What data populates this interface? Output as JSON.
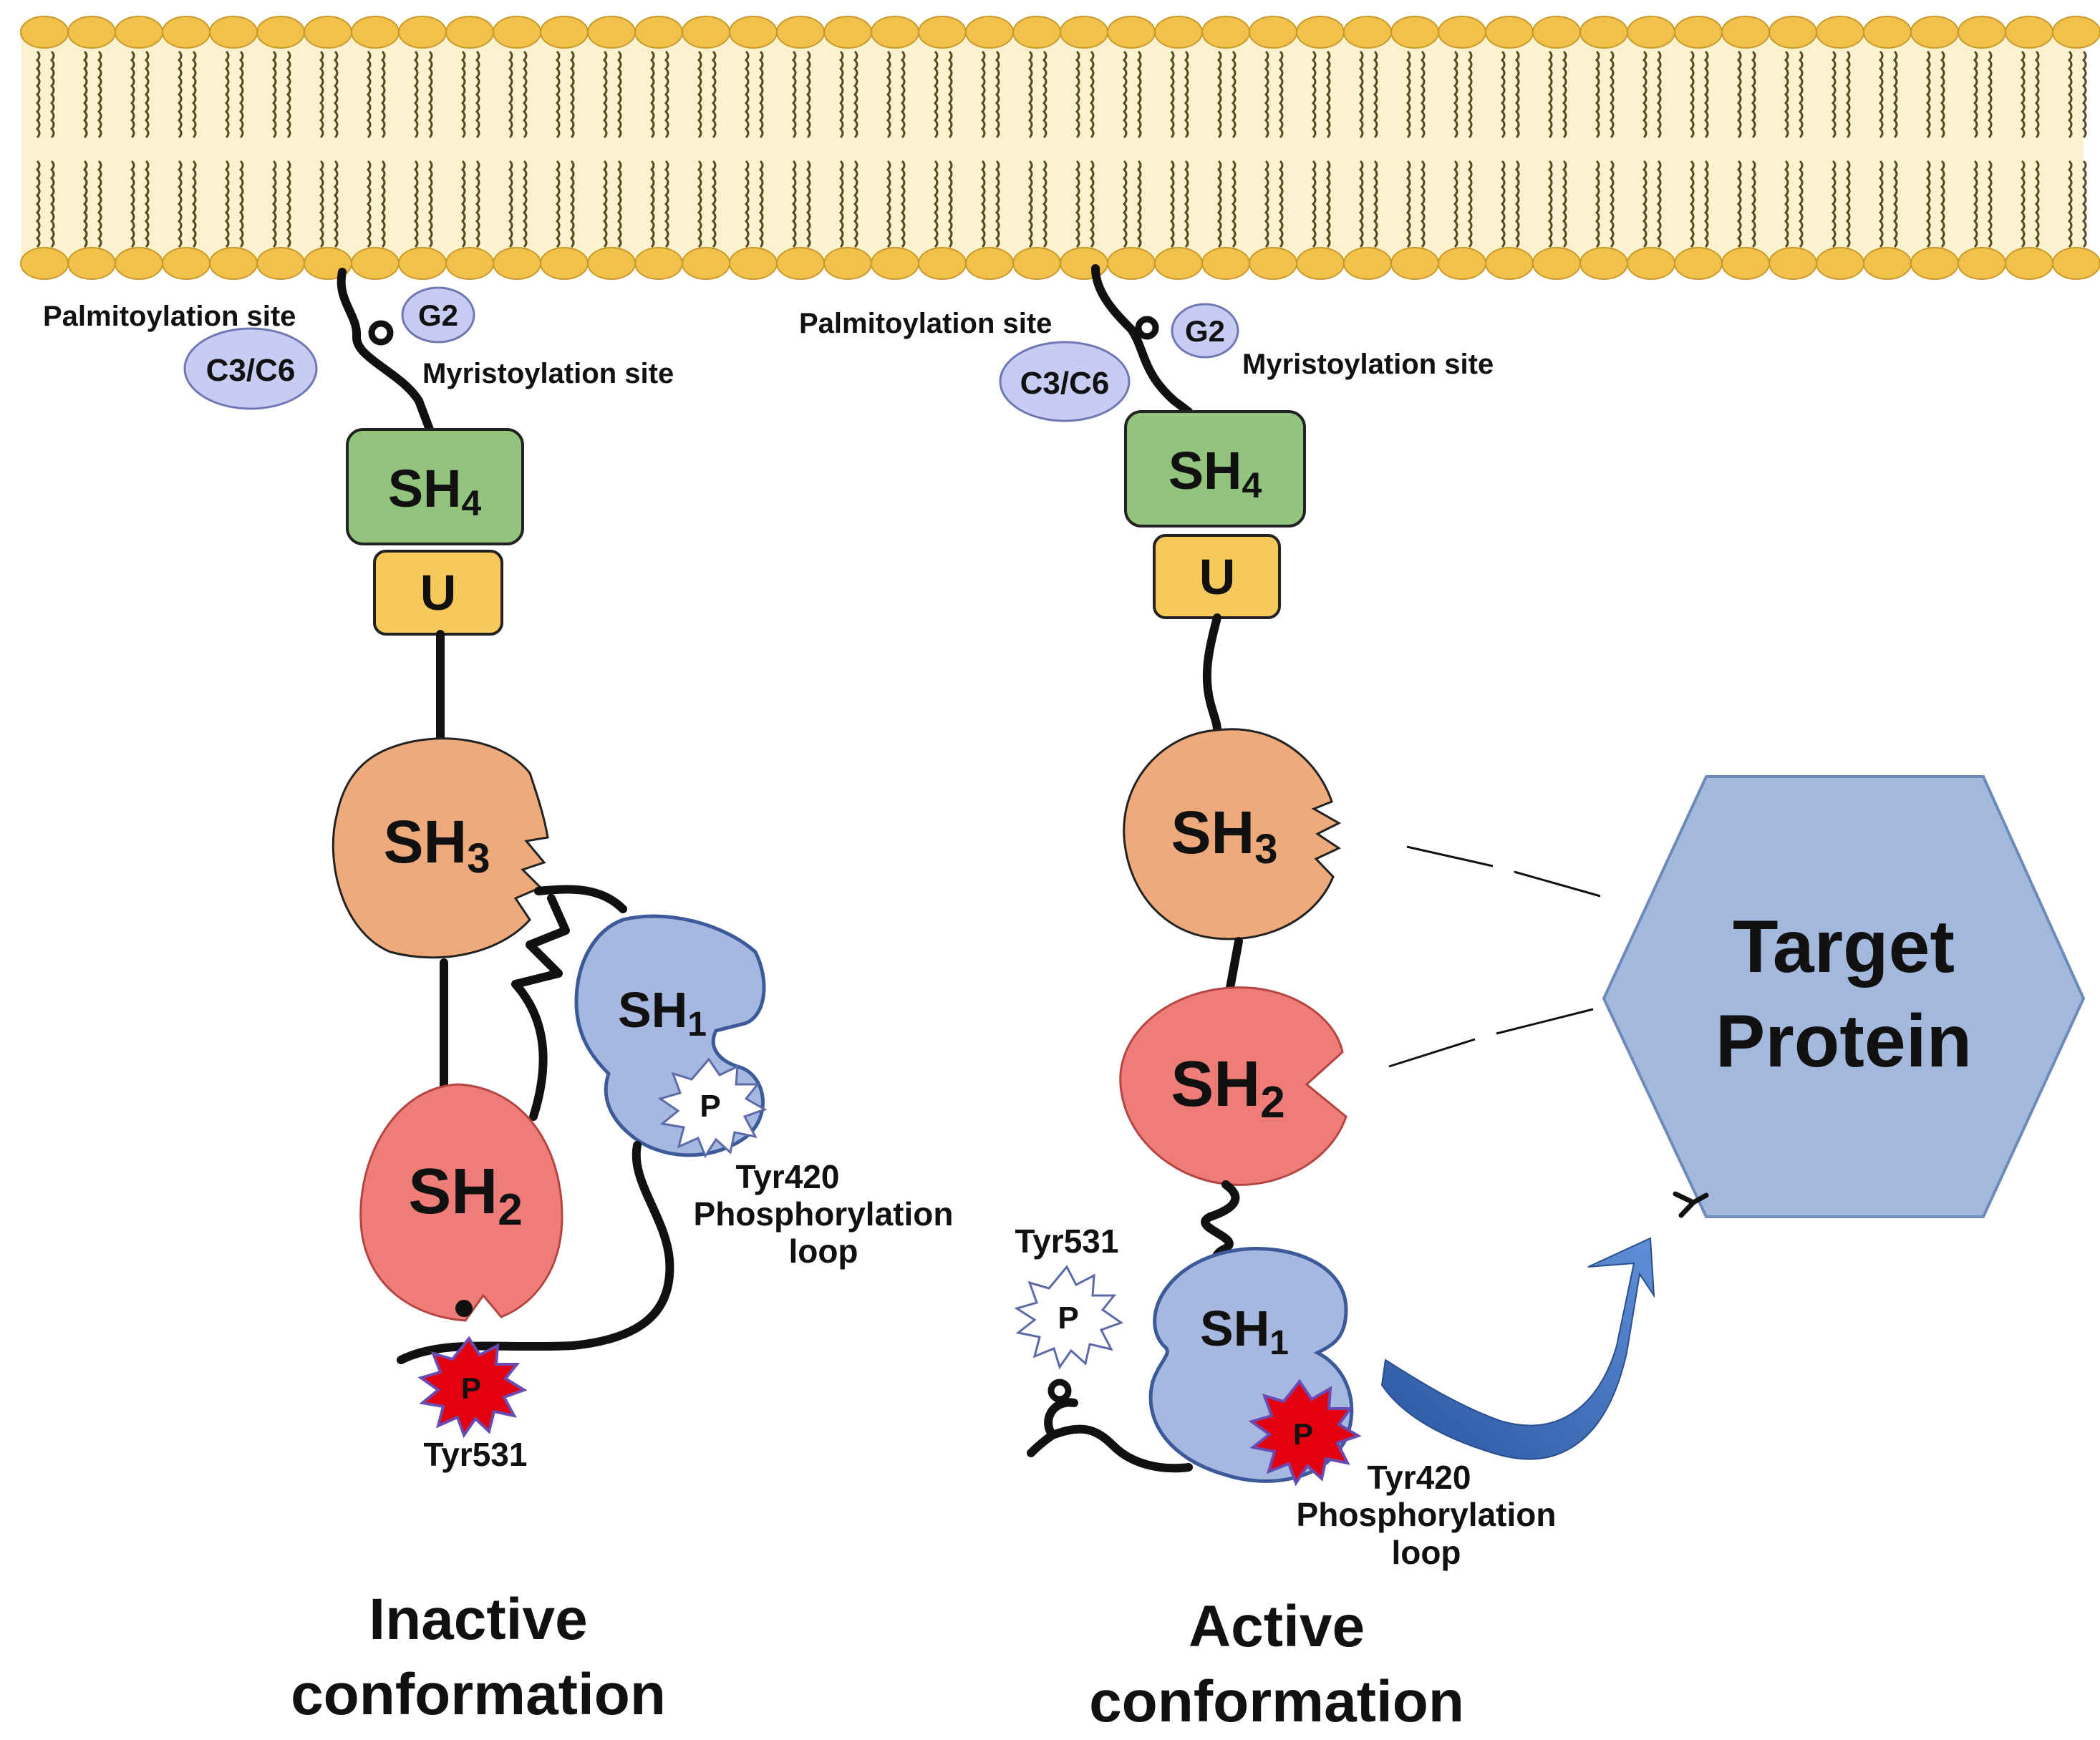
{
  "membrane": {
    "head_color": "#f2c14b",
    "core_color": "#fbf3cf",
    "tail_color": "#5a4a22"
  },
  "inactive": {
    "palmitoylation_label": "Palmitoylation site",
    "c3c6_label": "C3/C6",
    "g2_label": "G2",
    "myristoylation_label": "Myristoylation site",
    "sh4_label": "SH",
    "sh4_sub": "4",
    "u_label": "U",
    "sh3_label": "SH",
    "sh3_sub": "3",
    "sh2_label": "SH",
    "sh2_sub": "2",
    "sh1_label": "SH",
    "sh1_sub": "1",
    "p420_label": "P",
    "p531_label": "P",
    "tyr420_label": "Tyr420",
    "phospho_line1": "Phosphorylation",
    "phospho_line2": "loop",
    "tyr531_label": "Tyr531",
    "caption_line1": "Inactive",
    "caption_line2": "conformation"
  },
  "active": {
    "palmitoylation_label": "Palmitoylation site",
    "c3c6_label": "C3/C6",
    "g2_label": "G2",
    "myristoylation_label": "Myristoylation site",
    "sh4_label": "SH",
    "sh4_sub": "4",
    "u_label": "U",
    "sh3_label": "SH",
    "sh3_sub": "3",
    "sh2_label": "SH",
    "sh2_sub": "2",
    "sh1_label": "SH",
    "sh1_sub": "1",
    "tyr531_label": "Tyr531",
    "p531_label": "P",
    "p420_label": "P",
    "tyr420_label": "Tyr420",
    "phospho_line1": "Phosphorylation",
    "phospho_line2": "loop",
    "caption_line1": "Active",
    "caption_line2": "conformation"
  },
  "target": {
    "line1": "Target",
    "line2": "Protein"
  },
  "colors": {
    "sh4": "#93c47d",
    "u": "#f6c95a",
    "sh3": "#eeaa7b",
    "sh2": "#ee7d78",
    "sh1": "#a7b8e0",
    "site_oval": "#c7cdf2",
    "phospho_active": "#e3000f",
    "target": "#a3b8dd",
    "arrow": "#2f5fad"
  }
}
